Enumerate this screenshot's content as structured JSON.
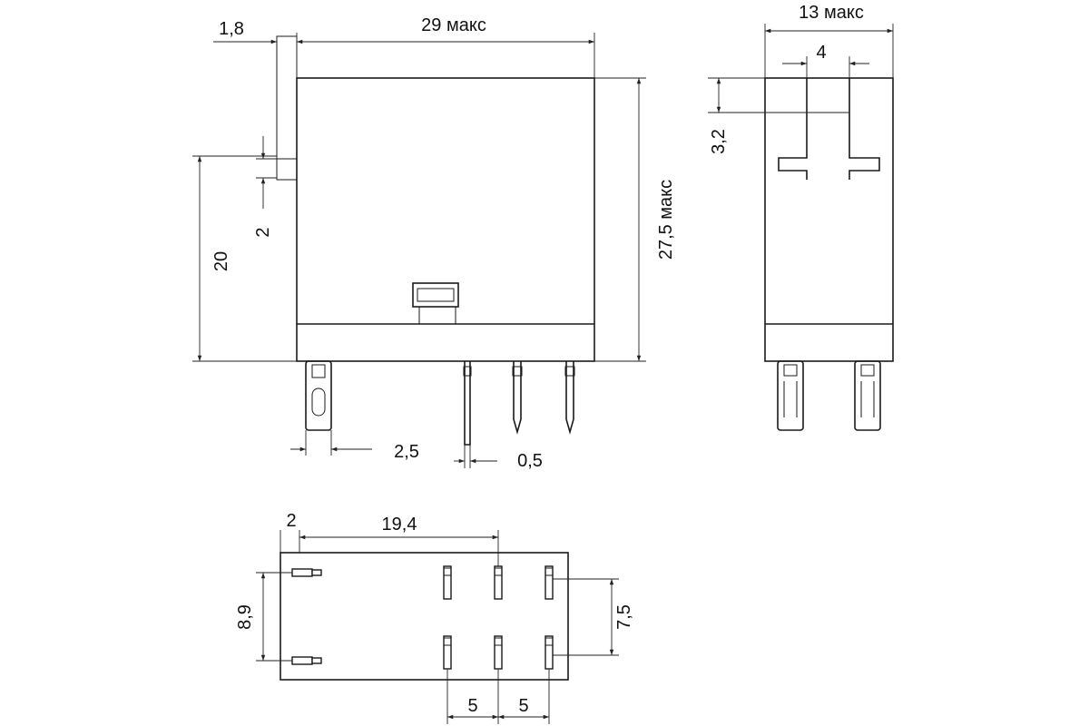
{
  "dimensions": {
    "side_pin_offset": "1,8",
    "body_width": "29 макс",
    "body_height": "27,5 макс",
    "body_to_tab": "20",
    "tab_height": "2",
    "qc_terminal_width": "2,5",
    "pin_thickness": "0,5",
    "front_width": "13 макс",
    "front_pin_spacing": "4",
    "front_pin_offset": "3,2",
    "bottom_edge_offset": "2",
    "bottom_pin_span": "19,4",
    "bottom_coil_spacing": "8,9",
    "bottom_row_spacing": "7,5",
    "bottom_col_spacing_a": "5",
    "bottom_col_spacing_b": "5"
  }
}
